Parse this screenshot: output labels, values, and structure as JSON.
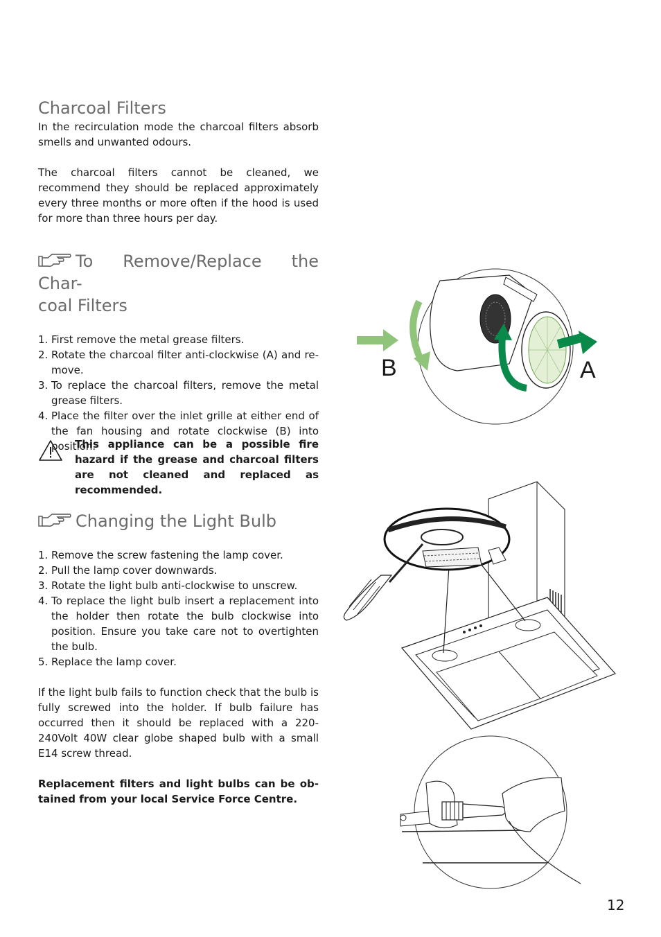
{
  "section_charcoal": {
    "title": "Charcoal Filters",
    "para1": "In the recirculation mode the charcoal filters absorb smells and unwanted odours.",
    "para2": "The charcoal filters cannot be cleaned, we recommend they should be replaced approximately every three months or more often if the hood is used for more than three hours per day."
  },
  "section_remove": {
    "title_line1": "To Remove/Replace the Char-",
    "title_line2": "coal Filters",
    "steps": [
      {
        "num": "1.",
        "text": "First remove the metal grease filters."
      },
      {
        "num": "2.",
        "text": "Rotate the charcoal filter anti-clockwise (A) and re-move."
      },
      {
        "num": "3.",
        "text": "To replace the charcoal filters, remove the metal grease filters."
      },
      {
        "num": "4.",
        "text": "Place the filter over the inlet grille at either end of the fan housing and rotate clockwise (B) into position."
      }
    ]
  },
  "warning": {
    "text": "This appliance can be a possible fire hazard if the grease and charcoal filters are not cleaned and replaced as recommended."
  },
  "section_bulb": {
    "title": "Changing the Light Bulb",
    "steps": [
      {
        "num": "1.",
        "text": "Remove the screw fastening the lamp cover."
      },
      {
        "num": "2.",
        "text": "Pull the lamp cover downwards."
      },
      {
        "num": "3.",
        "text": "Rotate the light bulb anti-clockwise to unscrew."
      },
      {
        "num": "4.",
        "text": "To replace the light bulb insert a replacement into the holder then rotate the bulb clockwise into position. Ensure you take care not to overtighten the bulb."
      },
      {
        "num": "5.",
        "text": "Replace the lamp cover."
      }
    ],
    "para": "If the light bulb fails to function check that the bulb is fully screwed into the holder. If bulb failure has occurred then it should be replaced with a 220-240Volt 40W clear globe shaped bulb with a small E14 screw thread.",
    "bold_note": "Replacement filters and light bulbs can be ob-tained from your local Service Force Centre."
  },
  "figure_filter": {
    "label_a": "A",
    "label_b": "B"
  },
  "colors": {
    "heading": "#6b6b6b",
    "arrow_dark_green": "#0a8a4a",
    "arrow_light_green": "#8fc47a"
  },
  "icons": {
    "pointing_hand": "pointing-hand-icon",
    "warning": "warning-triangle-icon"
  },
  "page_number": "12"
}
